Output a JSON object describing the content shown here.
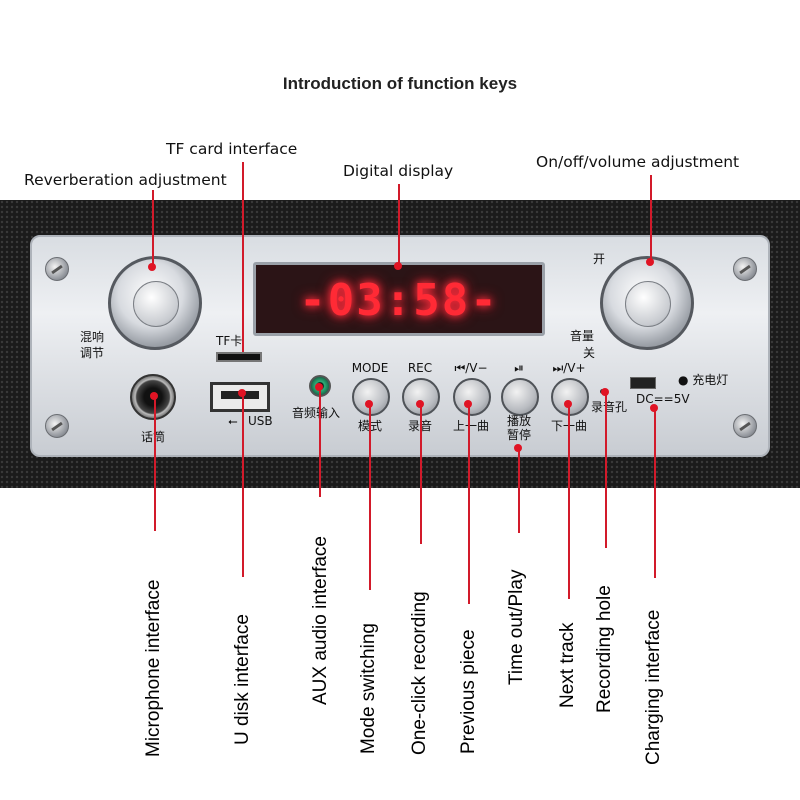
{
  "title": "Introduction of function keys",
  "top_labels": {
    "tf_card": "TF card interface",
    "reverb": "Reverberation adjustment",
    "display": "Digital display",
    "volume": "On/off/volume adjustment"
  },
  "display_text": "-03:58-",
  "panel": {
    "reverb_label_1": "混响",
    "reverb_label_2": "调节",
    "vol_on": "开",
    "vol_label": "音量",
    "vol_off": "关",
    "tf_label": "TF卡",
    "usb_label": "USB",
    "mic_label": "话筒",
    "aux_label": "音频输入",
    "charge_light": "● 充电灯",
    "dc_label": "DC==5V",
    "rec_hole_label": "录音孔"
  },
  "buttons": [
    {
      "top": "MODE",
      "bottom": "模式"
    },
    {
      "top": "REC",
      "bottom": "录音"
    },
    {
      "top": "⏮/V−",
      "bottom": "上一曲"
    },
    {
      "top": "⏯",
      "bottom": "播放\n暂停"
    },
    {
      "top": "⏭/V+",
      "bottom": "下一曲"
    }
  ],
  "bottom_labels": [
    "Microphone interface",
    "U disk interface",
    "AUX audio interface",
    "Mode switching",
    "One-click recording",
    "Previous piece",
    "Time out/Play",
    "Next track",
    "Recording hole",
    "Charging interface"
  ],
  "colors": {
    "callout": "#d21a2a",
    "display_digits": "#ff2a35"
  }
}
